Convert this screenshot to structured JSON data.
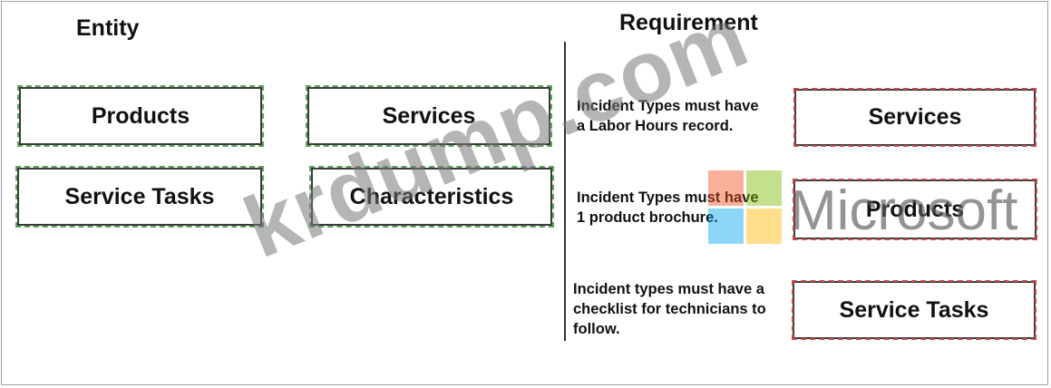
{
  "headings": {
    "entity": "Entity",
    "requirement": "Requirement"
  },
  "entities": [
    {
      "label": "Products"
    },
    {
      "label": "Services"
    },
    {
      "label": "Service Tasks"
    },
    {
      "label": "Characteristics"
    }
  ],
  "requirements": [
    {
      "text_line1": "Incident Types must have",
      "text_line2": "a Labor Hours record.",
      "text_line3": "",
      "answer": "Services"
    },
    {
      "text_line1": "Incident Types must have",
      "text_line2": "1 product brochure.",
      "text_line3": "",
      "answer": "Products"
    },
    {
      "text_line1": "Incident types must have a",
      "text_line2": "checklist for technicians to",
      "text_line3": "follow.",
      "answer": "Service Tasks"
    }
  ],
  "watermark": {
    "site": "krdump.com",
    "brand": "Microsoft",
    "logo_colors": [
      "#f25022",
      "#7fba00",
      "#00a4ef",
      "#ffb900"
    ]
  }
}
